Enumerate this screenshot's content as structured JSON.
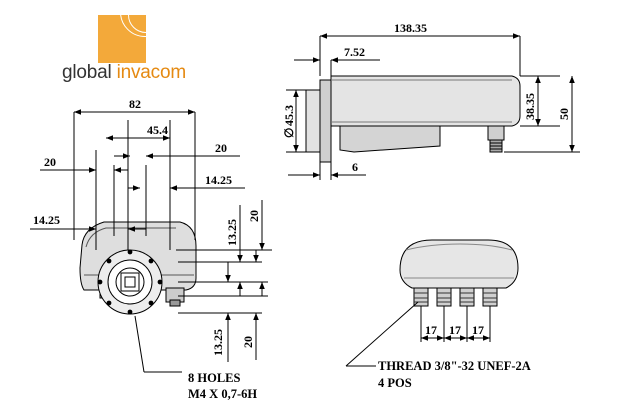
{
  "logo": {
    "brand_primary": "global",
    "brand_secondary": "invacom",
    "accent_color": "#f3a93a",
    "text_color": "#333333",
    "brand_color": "#e58a12"
  },
  "front_view": {
    "dim_width": "82",
    "dim_inner": "45.4",
    "dim_left_20": "20",
    "dim_right_20": "20",
    "dim_right_1425": "14.25",
    "dim_left_1425": "14.25",
    "dim_v_1325_top": "13.25",
    "dim_v_20_top": "20",
    "dim_v_1325_bottom": "13.25",
    "dim_v_20_bottom": "20",
    "holes_line1": "8 HOLES",
    "holes_line2": "M4 X 0,7-6H"
  },
  "side_view": {
    "dim_length": "138.35",
    "dim_offset": "7.52",
    "dim_diameter": "45.3",
    "dim_diameter_symbol": "∅",
    "dim_flange": "6",
    "dim_height_inner": "38.35",
    "dim_height": "50"
  },
  "bottom_view": {
    "pitch": [
      "17",
      "17",
      "17"
    ],
    "thread_line1": "THREAD 3/8\"-32 UNEF-2A",
    "thread_line2": "4 POS"
  }
}
